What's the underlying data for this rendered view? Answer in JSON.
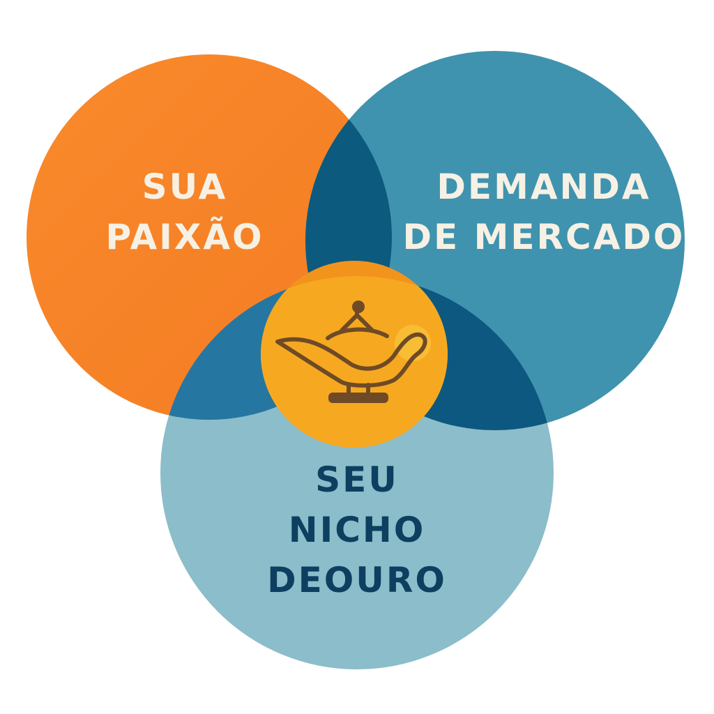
{
  "circles": {
    "passion": {
      "lines": [
        "SUA",
        "PAIXÃO"
      ],
      "color": "#f7842a"
    },
    "market": {
      "lines": [
        "DEMANDA",
        "DE MERCADO"
      ],
      "color": "#3f93ae"
    },
    "niche": {
      "lines": [
        "SEU",
        "NICHO",
        "DEOURO"
      ],
      "color": "#8bbdca"
    }
  },
  "center": {
    "icon": "magic-lamp-icon",
    "color": "#f2931c"
  },
  "intersection_colors": {
    "passion_market": "#0c5a7e",
    "passion_niche": "#2576a0",
    "market_niche": "#0d5880"
  }
}
